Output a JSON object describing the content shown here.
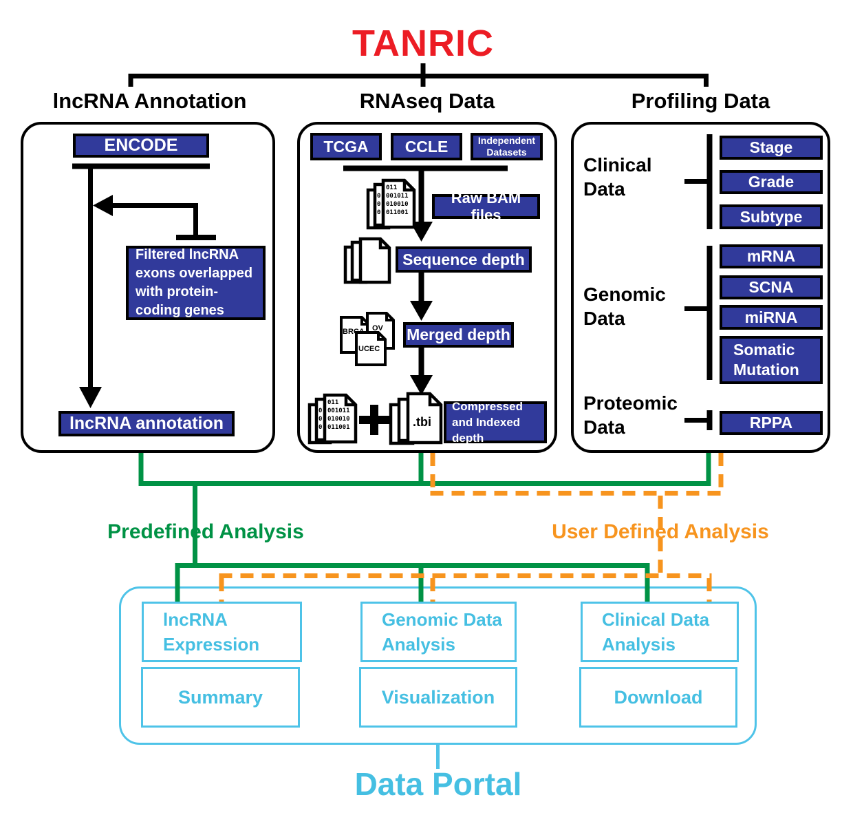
{
  "title": "TANRIC",
  "annotation": {
    "header": "lncRNA Annotation",
    "encode_label": "ENCODE",
    "filtered_label": "Filtered lncRNA exons overlapped with protein-coding genes",
    "output_label": "lncRNA annotation"
  },
  "rnaseq": {
    "header": "RNAseq Data",
    "sources": [
      {
        "label": "TCGA"
      },
      {
        "label": "CCLE"
      },
      {
        "label": "Independent Datasets"
      }
    ],
    "steps": [
      {
        "label": "Raw BAM files"
      },
      {
        "label": "Sequence depth"
      },
      {
        "label": "Merged depth"
      },
      {
        "label": "Compressed and Indexed depth"
      }
    ],
    "binary_rows": [
      "011",
      "001011",
      "010010",
      "011001"
    ],
    "zero_digit": "0",
    "cancer_files": [
      "BRCA",
      "OV",
      "UCEC"
    ],
    "tbi_label": ".tbi"
  },
  "profiling": {
    "header": "Profiling Data",
    "groups": [
      {
        "label": "Clinical Data",
        "items": [
          "Stage",
          "Grade",
          "Subtype"
        ]
      },
      {
        "label": "Genomic Data",
        "items": [
          "mRNA",
          "SCNA",
          "miRNA",
          "Somatic Mutation"
        ]
      },
      {
        "label": "Proteomic Data",
        "items": [
          "RPPA"
        ]
      }
    ]
  },
  "flows": {
    "predefined_label": "Predefined Analysis",
    "user_defined_label": "User Defined Analysis"
  },
  "portal": {
    "title": "Data Portal",
    "modules": [
      "lncRNA Expression",
      "Genomic Data Analysis",
      "Clinical Data Analysis"
    ],
    "functions": [
      "Summary",
      "Visualization",
      "Download"
    ]
  },
  "colors": {
    "title_red": "#EC1C24",
    "box_blue": "#313A9B",
    "flow_green": "#009245",
    "flow_orange": "#F7941E",
    "portal_blue": "#4EC3E8",
    "line_black": "#000000"
  }
}
